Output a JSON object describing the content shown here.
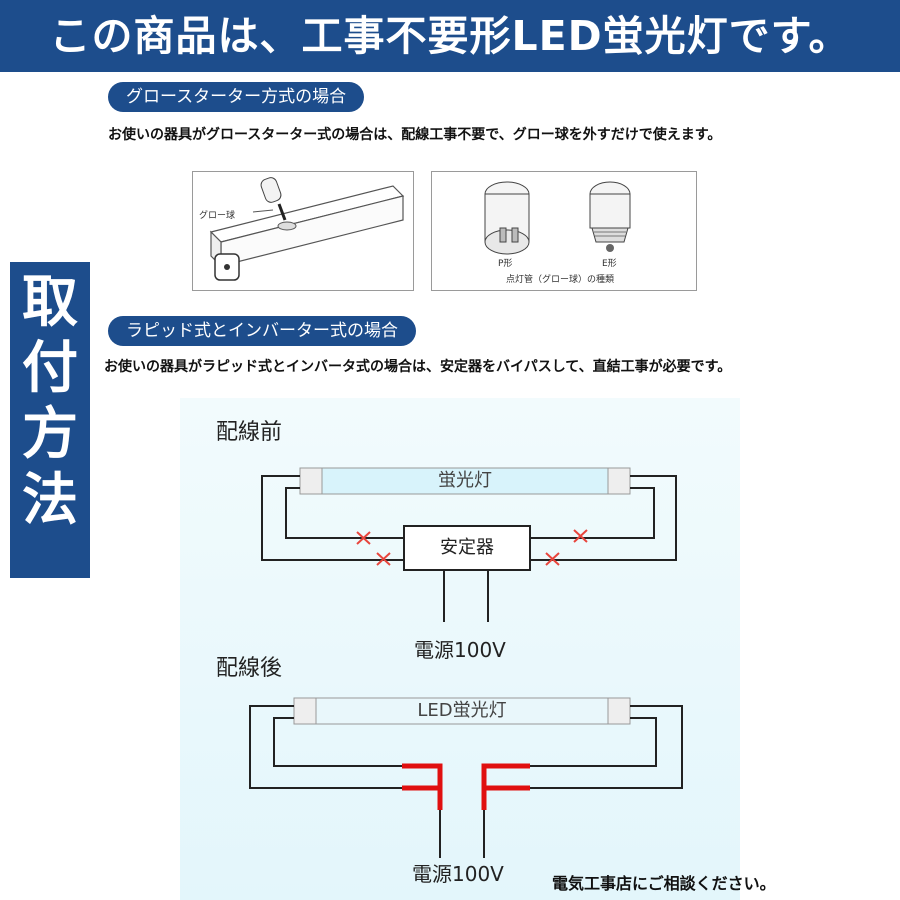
{
  "header": {
    "title": "この商品は、工事不要形LED蛍光灯です。"
  },
  "side_label": "取付方法",
  "section1": {
    "tag": "グロースターター方式の場合",
    "description": "お使いの器具がグロースターター式の場合は、配線工事不要で、グロー球を外すだけで使えます。",
    "fixture_label": "グロー球",
    "starter_types": [
      {
        "label": "P形"
      },
      {
        "label": "E形"
      }
    ],
    "starter_caption": "点灯管（グロー球）の種類"
  },
  "section2": {
    "tag": "ラピッド式とインバーター式の場合",
    "description": "お使いの器具がラピッド式とインバータ式の場合は、安定器をバイパスして、直結工事が必要です。"
  },
  "diagram_before": {
    "title": "配線前",
    "tube_label": "蛍光灯",
    "ballast_label": "安定器",
    "power_label": "電源100V"
  },
  "diagram_after": {
    "title": "配線後",
    "tube_label": "LED蛍光灯",
    "power_label": "電源100V"
  },
  "footer_note": "電気工事店にご相談ください。",
  "colors": {
    "brand_blue": "#1d4d8c",
    "cut_mark": "#e8453c",
    "direct_wire": "#e01010"
  }
}
